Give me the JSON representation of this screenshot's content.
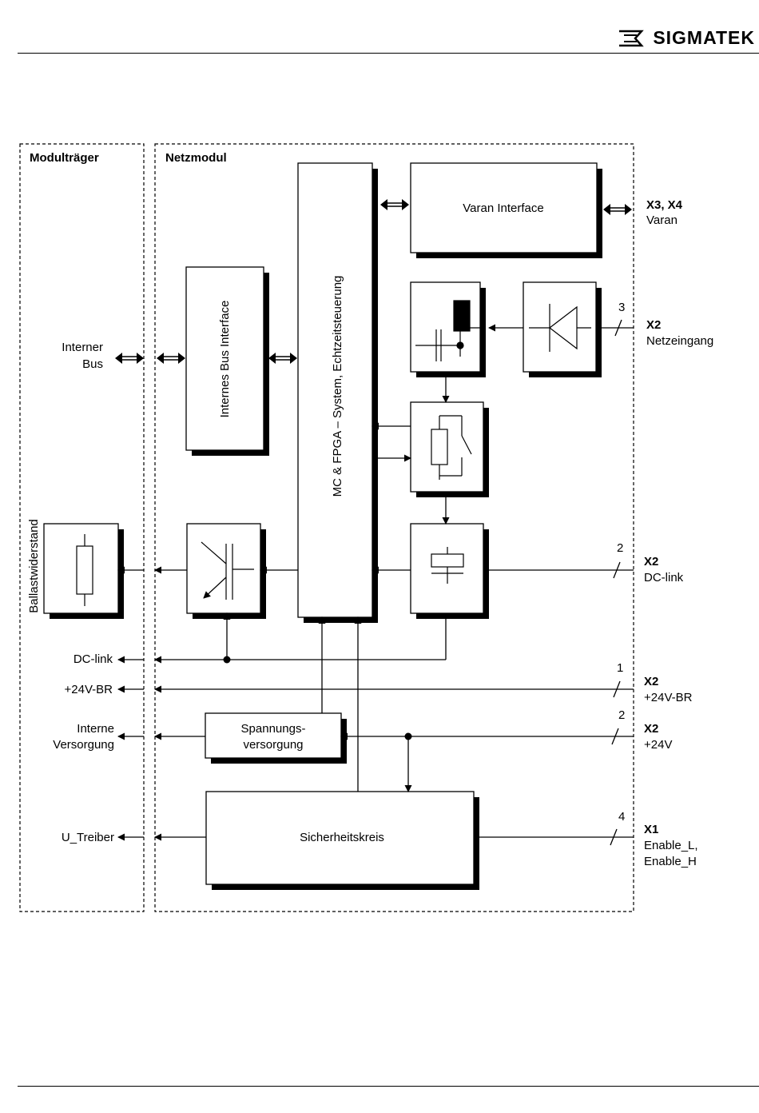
{
  "header": {
    "brand": "SIGMATEK"
  },
  "diagram": {
    "moduletraeger_title": "Modulträger",
    "netzmodul_title": "Netzmodul",
    "blocks": {
      "varan_interface": "Varan Interface",
      "internes_bus_interface": "Internes Bus Interface",
      "mc_fpga": "MC & FPGA – System, Echtzeitsteuerung",
      "spannungsversorgung_line1": "Spannungs-",
      "spannungsversorgung_line2": "versorgung",
      "sicherheitskreis": "Sicherheitskreis",
      "ballastwiderstand": "Ballastwiderstand"
    },
    "left_signals": {
      "interner_line1": "Interner",
      "interner_line2": "Bus",
      "dc_link": "DC-link",
      "v24_br": "+24V-BR",
      "interne_line1": "Interne",
      "interne_line2": "Versorgung",
      "u_treiber": "U_Treiber"
    },
    "right_connectors": {
      "x3x4": "X3, X4",
      "varan": "Varan",
      "x2_net_num": "3",
      "x2_net_conn": "X2",
      "x2_net_label": "Netzeingang",
      "x2_dc_num": "2",
      "x2_dc_conn": "X2",
      "x2_dc_label": "DC-link",
      "x2_br_num": "1",
      "x2_br_conn": "X2",
      "x2_br_label": "+24V-BR",
      "x2_24_num": "2",
      "x2_24_conn": "X2",
      "x2_24_label": "+24V",
      "x1_num": "4",
      "x1_conn": "X1",
      "x1_label1": "Enable_L,",
      "x1_label2": "Enable_H"
    }
  }
}
